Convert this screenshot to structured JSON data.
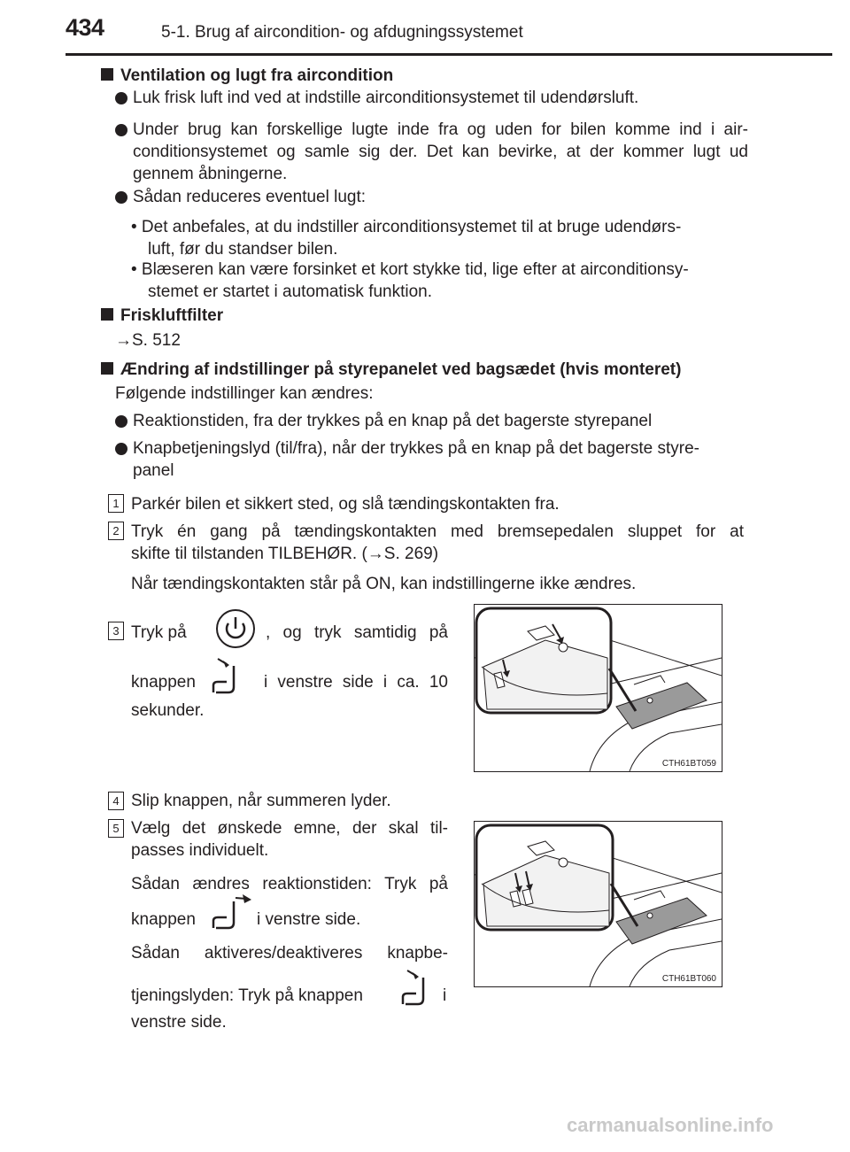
{
  "header": {
    "page_number": "434",
    "section_title": "5-1. Brug af aircondition- og afdugningssystemet"
  },
  "blocks": {
    "ventilation": {
      "heading": "Ventilation og lugt fra aircondition",
      "bullet1": "Luk frisk luft ind ved at indstille airconditionsystemet til udendørsluft.",
      "bullet2_line1": "Under brug kan forskellige lugte inde fra og uden for bilen komme ind i air-",
      "bullet2_line2": "conditionsystemet og samle sig der. Det kan bevirke, at der kommer lugt ud",
      "bullet2_line3": "gennem åbningerne.",
      "bullet3": "Sådan reduceres eventuel lugt:",
      "sub1_line1": "• Det anbefales, at du indstiller airconditionsystemet til at bruge udendørs-",
      "sub1_line2": "luft, før du standser bilen.",
      "sub2_line1": "• Blæseren kan være forsinket et kort stykke tid, lige efter at airconditionsy-",
      "sub2_line2": "stemet er startet i automatisk funktion."
    },
    "filter": {
      "heading": "Friskluftfilter",
      "ref": "→S. 512"
    },
    "settings": {
      "heading": "Ændring af indstillinger på styrepanelet ved bagsædet (hvis monteret)",
      "intro": "Følgende indstillinger kan ændres:",
      "bullet1": "Reaktionstiden, fra der trykkes på en knap på det bagerste styrepanel",
      "bullet2_line1": "Knapbetjeningslyd (til/fra), når der trykkes på en knap på det bagerste styre-",
      "bullet2_line2": "panel"
    }
  },
  "steps": [
    {
      "num": "1",
      "text": "Parkér bilen et sikkert sted, og slå tændingskontakten fra."
    },
    {
      "num": "2",
      "line1": "Tryk én gang på tændingskontakten med bremsepedalen sluppet for at",
      "line2": "skifte til tilstanden TILBEHØR. (→S. 269)",
      "note": "Når tændingskontakten står på ON, kan indstillingerne ikke ændres."
    },
    {
      "num": "3",
      "line1_a": "Tryk på",
      "line1_b": ", og tryk samtidig på",
      "line2_a": "knappen",
      "line2_b": "i venstre side i ca. 10",
      "line3": "sekunder."
    },
    {
      "num": "4",
      "text": "Slip knappen, når summeren lyder."
    },
    {
      "num": "5",
      "line1": "Vælg det ønskede emne, der skal til-",
      "line2": "passes individuelt.",
      "p2_line1": "Sådan ændres reaktionstiden: Tryk på",
      "p2_line2_a": "knappen",
      "p2_line2_b": "i venstre side.",
      "p3_line1": "Sådan aktiveres/deaktiveres knapbe-",
      "p3_line2_a": "tjeningslyden: Tryk på knappen",
      "p3_line2_b": "i",
      "p3_line3": "venstre side."
    }
  ],
  "figures": {
    "fig1_code": "CTH61BT059",
    "fig2_code": "CTH61BT060"
  },
  "footer": {
    "watermark": "carmanualsonline.info"
  }
}
